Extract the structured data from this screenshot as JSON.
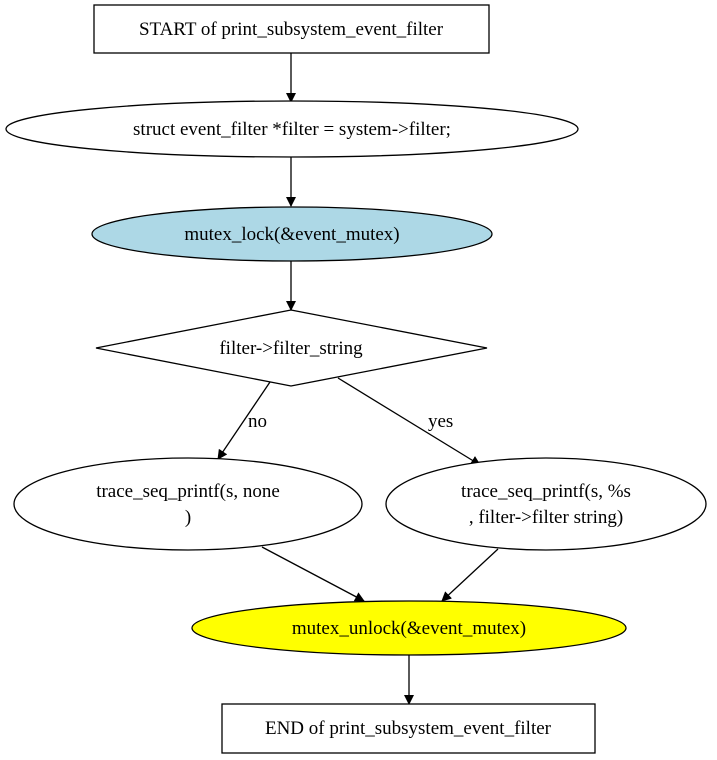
{
  "nodes": {
    "start": {
      "label": "START of print_subsystem_event_filter"
    },
    "assign": {
      "label": "struct event_filter *filter = system->filter;"
    },
    "lock": {
      "label": "mutex_lock(&event_mutex)",
      "fill": "#add8e6"
    },
    "decision": {
      "label": "filter->filter_string"
    },
    "print_none": {
      "line1": "trace_seq_printf(s, none",
      "line2": ")"
    },
    "print_string": {
      "line1": "trace_seq_printf(s, %s",
      "line2": ", filter->filter  string)"
    },
    "unlock": {
      "label": "mutex_unlock(&event_mutex)",
      "fill": "#ffff00"
    },
    "end": {
      "label": "END of print_subsystem_event_filter"
    }
  },
  "edges": {
    "no_label": "no",
    "yes_label": "yes"
  }
}
